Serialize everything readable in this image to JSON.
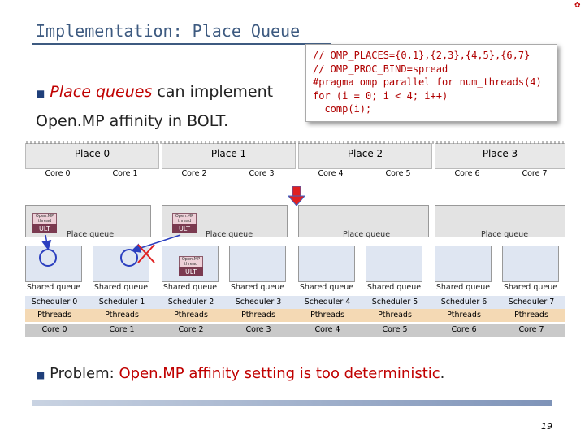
{
  "title": "Implementation: Place Queue",
  "bullets": {
    "b1_red": "Place queues",
    "b1_rest": " can implement Open.MP affinity in BOLT.",
    "b2_prefix": "Problem: ",
    "b2_red": "Open.MP affinity setting is too deterministic",
    "b2_suffix": "."
  },
  "code": "// OMP_PLACES={0,1},{2,3},{4,5},{6,7}\n// OMP_PROC_BIND=spread\n#pragma omp parallel for num_threads(4)\nfor (i = 0; i < 4; i++)\n  comp(i);",
  "places": [
    "Place 0",
    "Place 1",
    "Place 2",
    "Place 3"
  ],
  "cores": [
    "Core 0",
    "Core 1",
    "Core 2",
    "Core 3",
    "Core 4",
    "Core 5",
    "Core 6",
    "Core 7"
  ],
  "place_queue_label": "Place queue",
  "shared_queue_label": "Shared queue",
  "schedulers": [
    "Scheduler 0",
    "Scheduler 1",
    "Scheduler 2",
    "Scheduler 3",
    "Scheduler 4",
    "Scheduler 5",
    "Scheduler 6",
    "Scheduler 7"
  ],
  "pthreads_label": "Pthreads",
  "thread_label": "Open.MP thread",
  "ult_label": "ULT",
  "page_number": "19",
  "colors": {
    "title": "#3d5a80",
    "accent_red": "#c00000",
    "ult": "#7b3a50",
    "circle": "#2b3fbf"
  }
}
